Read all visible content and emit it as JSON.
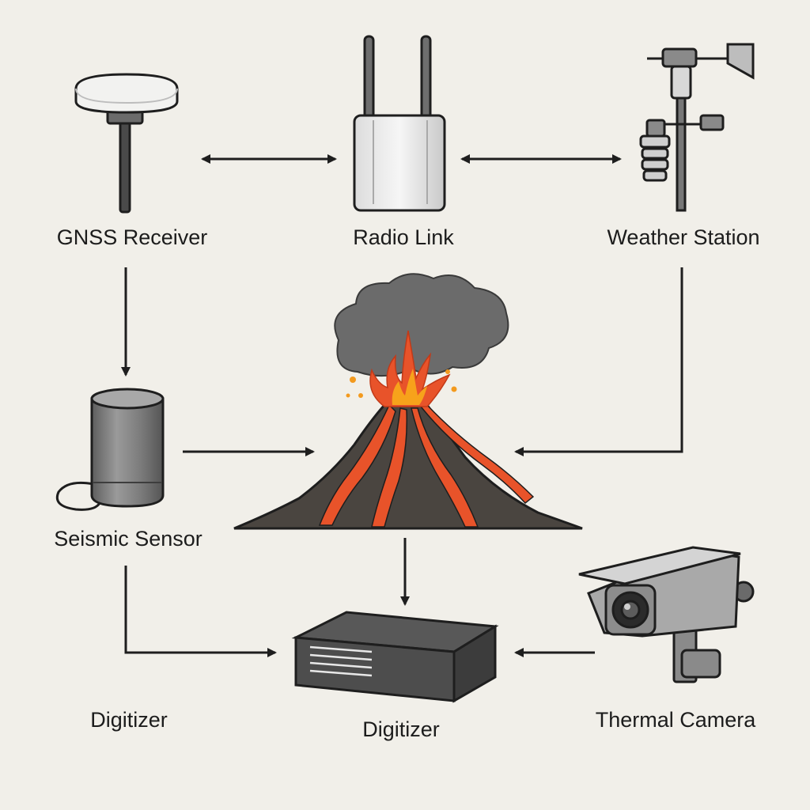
{
  "background_color": "#f1efe9",
  "nodes": {
    "gnss_receiver": {
      "label": "GNSS Receiver",
      "icon": "gnss-antenna-icon"
    },
    "radio_link": {
      "label": "Radio Link",
      "icon": "radio-router-icon"
    },
    "weather_station": {
      "label": "Weather Station",
      "icon": "weather-station-icon"
    },
    "volcano": {
      "label": "",
      "icon": "erupting-volcano-icon"
    },
    "seismic_sensor": {
      "label": "Seismic Sensor",
      "icon": "seismometer-icon"
    },
    "digitizer_left": {
      "label": "Digitizer"
    },
    "digitizer": {
      "label": "Digitizer",
      "icon": "digitizer-box-icon"
    },
    "thermal_camera": {
      "label": "Thermal Camera",
      "icon": "security-camera-icon"
    }
  },
  "edges": [
    {
      "from": "gnss_receiver",
      "to": "radio_link",
      "direction": "both"
    },
    {
      "from": "radio_link",
      "to": "weather_station",
      "direction": "both"
    },
    {
      "from": "gnss_receiver",
      "to": "seismic_sensor",
      "direction": "forward"
    },
    {
      "from": "seismic_sensor",
      "to": "volcano",
      "direction": "forward"
    },
    {
      "from": "weather_station",
      "to": "volcano",
      "direction": "forward"
    },
    {
      "from": "volcano",
      "to": "digitizer",
      "direction": "forward"
    },
    {
      "from": "seismic_sensor",
      "to": "digitizer",
      "direction": "forward"
    },
    {
      "from": "thermal_camera",
      "to": "digitizer",
      "direction": "forward"
    }
  ],
  "colors": {
    "stroke": "#1e1e1e",
    "lava": "#e8532a",
    "lava_core": "#f7a21b",
    "ash": "#6b6b6b",
    "rock": "#4a4540",
    "device_gray": "#7c7c7c"
  }
}
